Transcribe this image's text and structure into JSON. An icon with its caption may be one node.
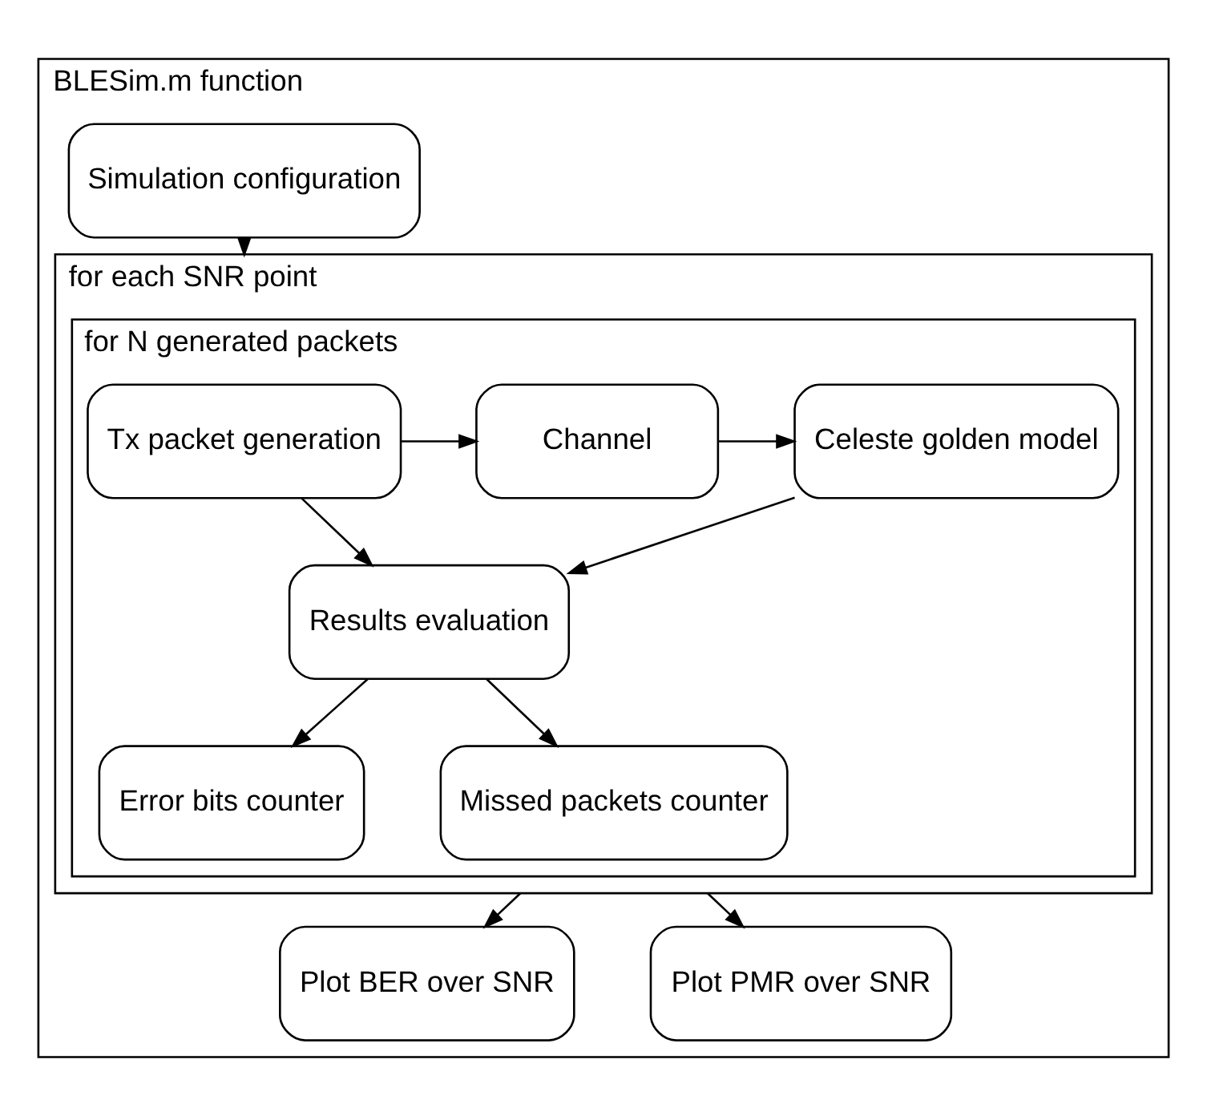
{
  "diagram": {
    "nodes": [
      {
        "text": [
          "BLESim.m function"
        ]
      },
      {
        "text": [
          "Simulation configuration"
        ],
        "in": 0
      },
      {
        "text": [
          "for each SNR point"
        ],
        "in": 0
      },
      {
        "text": [
          "for N generated packets"
        ],
        "in": 2
      },
      {
        "text": [
          "Tx packet generation"
        ],
        "in": 3
      },
      {
        "text": [
          "Channel"
        ],
        "in": 3
      },
      {
        "text": [
          "Celeste golden model"
        ],
        "in": 3
      },
      {
        "text": [
          "Results evaluation"
        ],
        "in": 3
      },
      {
        "text": [
          "Error bits counter"
        ],
        "in": 3
      },
      {
        "text": [
          "Missed packets counter"
        ],
        "in": 3
      },
      {
        "text": [
          "Plot BER over SNR"
        ],
        "in": 0
      },
      {
        "text": [
          "Plot PMR over SNR"
        ],
        "in": 0
      }
    ],
    "edges": [
      {
        "from": 1,
        "to": 2,
        "arrow": "to"
      },
      {
        "from": 4,
        "to": 5,
        "arrow": "to"
      },
      {
        "from": 5,
        "to": 6,
        "arrow": "to"
      },
      {
        "from": 6,
        "to": 7,
        "arrow": "to"
      },
      {
        "from": 4,
        "to": 7,
        "arrow": "to"
      },
      {
        "from": 7,
        "to": 8,
        "arrow": "to"
      },
      {
        "from": 7,
        "to": 9,
        "arrow": "to"
      },
      {
        "from": 2,
        "to": 10,
        "arrow": "to"
      },
      {
        "from": 2,
        "to": 11,
        "arrow": "to"
      }
    ]
  }
}
